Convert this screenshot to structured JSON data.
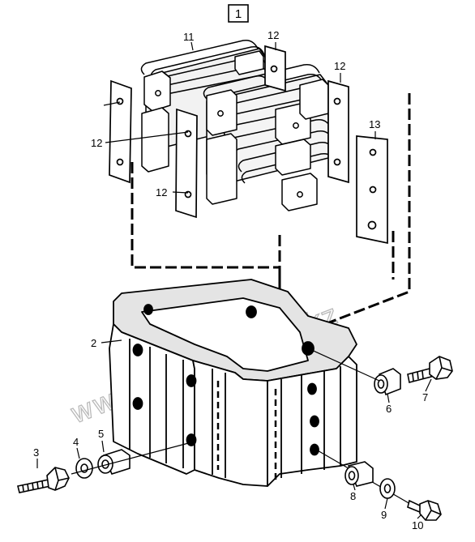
{
  "figure": {
    "figure_number": "1",
    "watermark": "www.sinhron-too.kz"
  },
  "callouts": {
    "c2": "2",
    "c3": "3",
    "c4": "4",
    "c5": "5",
    "c6": "6",
    "c7": "7",
    "c8": "8",
    "c9": "9",
    "c10": "10",
    "c11": "11",
    "c12_top": "12",
    "c12_right": "12",
    "c12_left": "12",
    "c12_bottom": "12",
    "c13": "13"
  }
}
